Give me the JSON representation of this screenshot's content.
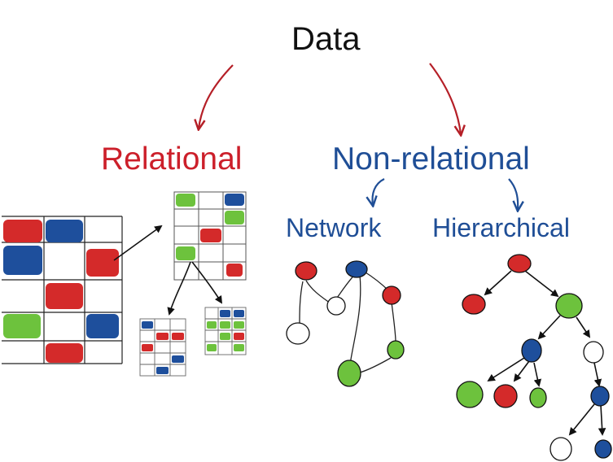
{
  "diagram": {
    "title": "Data",
    "branches": {
      "relational": {
        "label": "Relational",
        "color": "#cc1f2a"
      },
      "non_relational": {
        "label": "Non-relational",
        "color": "#1f4e96",
        "children": {
          "network": {
            "label": "Network"
          },
          "hierarchical": {
            "label": "Hierarchical"
          }
        }
      }
    },
    "colors": {
      "red": "#d42a2a",
      "blue": "#1e4f9c",
      "green": "#6dc23d",
      "arrow": "#b51f27",
      "ink": "#111111"
    }
  }
}
